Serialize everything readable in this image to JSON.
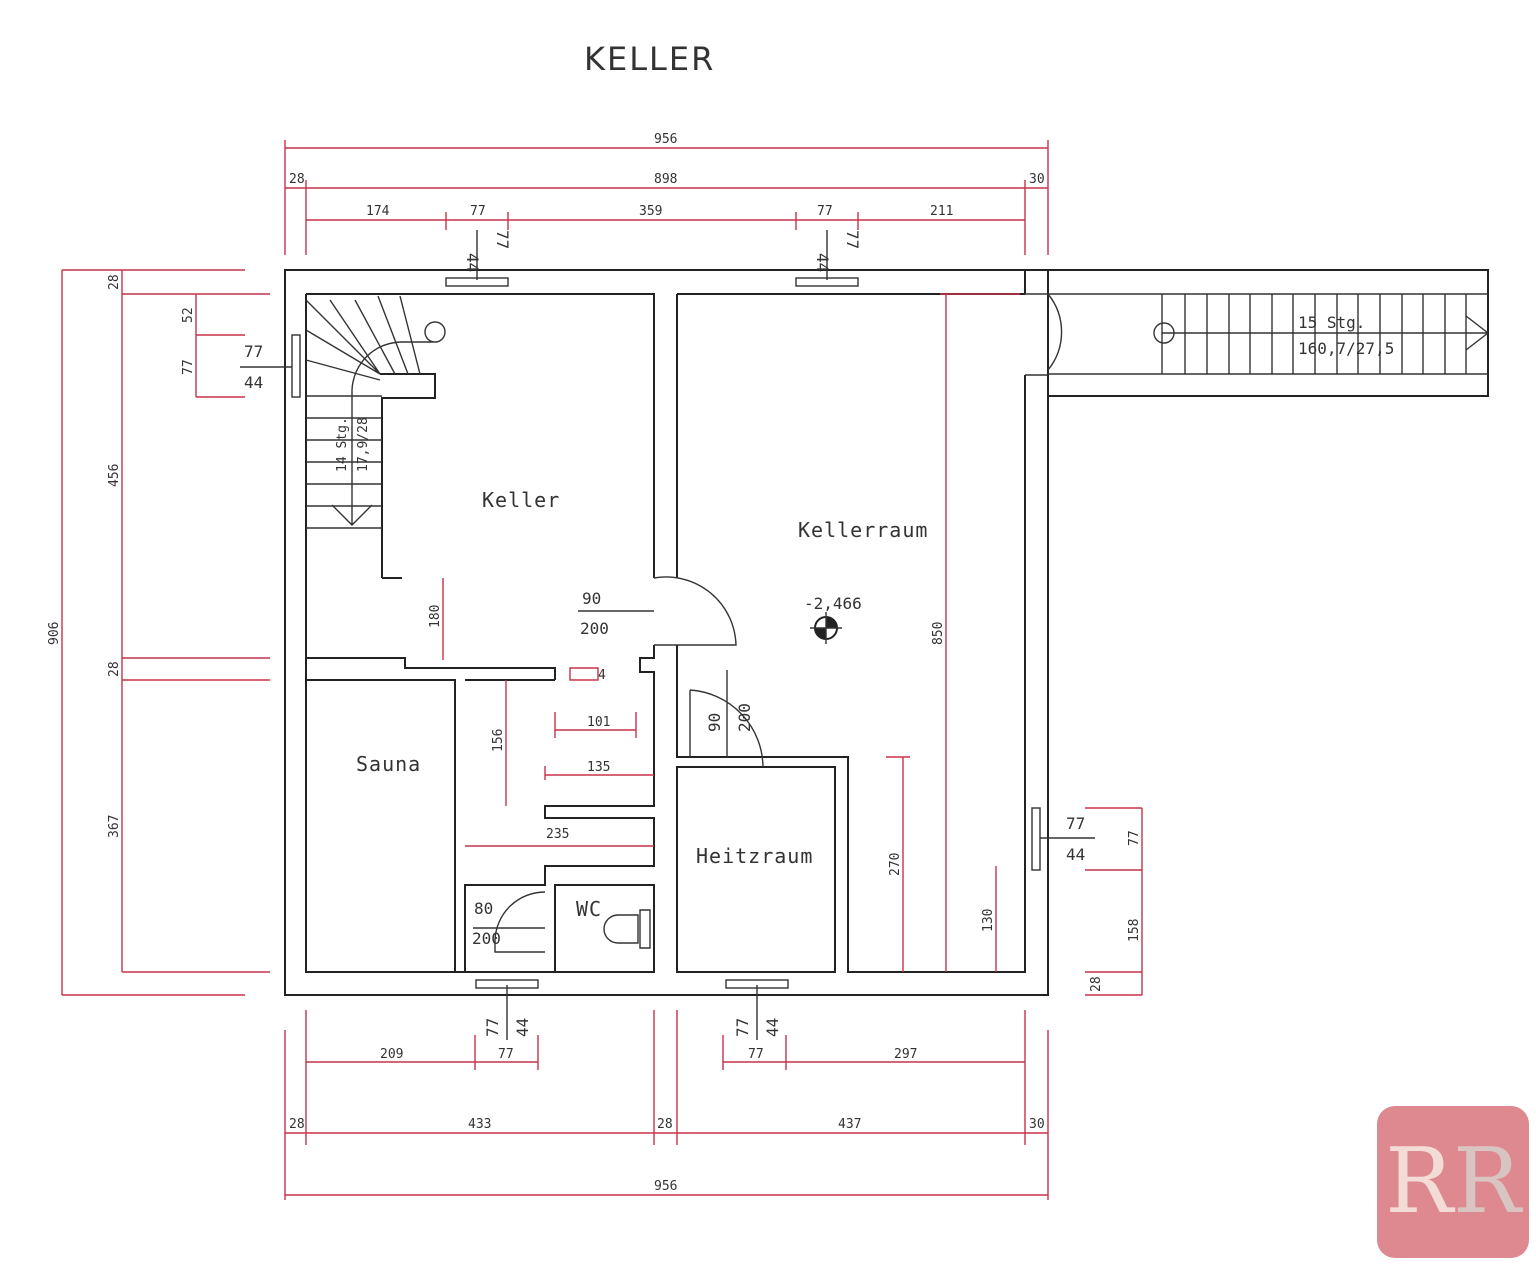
{
  "title": "KELLER",
  "rooms": {
    "keller": "Keller",
    "kellerraum": "Kellerraum",
    "sauna": "Sauna",
    "heizraum": "Heitzraum",
    "wc": "WC"
  },
  "level": "-2,466",
  "stairs": {
    "inner_steps": "14 Stg.",
    "inner_ratio": "17,9/28",
    "outer_steps": "15 Stg.",
    "outer_ratio": "160,7/27,5"
  },
  "doors": {
    "keller_door_w": "90",
    "keller_door_h": "200",
    "heiz_door_w": "90",
    "heiz_door_h": "200",
    "wc_door_w": "80",
    "wc_door_h": "200"
  },
  "windows": {
    "w_label_77": "77",
    "w_label_44": "44"
  },
  "dims": {
    "top_total": "956",
    "top_left_wall": "28",
    "top_inner": "898",
    "top_right_wall": "30",
    "top_seg1": "174",
    "top_seg2": "77",
    "top_seg3": "359",
    "top_seg4": "77",
    "top_seg5": "211",
    "left_total": "906",
    "left_wall_top": "28",
    "left_seg1": "456",
    "left_wall_mid": "28",
    "left_seg2": "367",
    "left_win_52": "52",
    "left_win_77": "77",
    "inner_180": "180",
    "inner_4": "4",
    "inner_101": "101",
    "inner_156": "156",
    "inner_135": "135",
    "inner_235": "235",
    "inner_850": "850",
    "inner_270": "270",
    "inner_130": "130",
    "right_77": "77",
    "right_158": "158",
    "right_28": "28",
    "bottom_seg1": "209",
    "bottom_seg2": "77",
    "bottom_seg3": "77",
    "bottom_seg4": "297",
    "bottom_wall1": "28",
    "bottom_433": "433",
    "bottom_wall2": "28",
    "bottom_437": "437",
    "bottom_wall3": "30",
    "bottom_total": "956"
  },
  "logo": "RR"
}
